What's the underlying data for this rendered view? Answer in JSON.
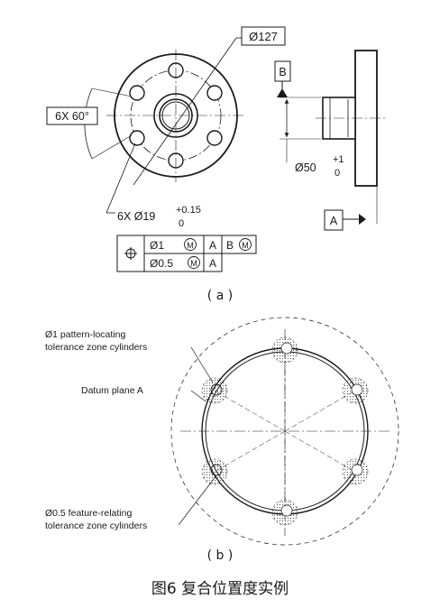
{
  "part_a": {
    "label": "( a )",
    "dims": {
      "bolt_circle": "Ø127",
      "angle": "6X 60°",
      "holes": "6X Ø19",
      "holes_tol": "+0.15",
      "holes_tol_low": "0",
      "pilot": "Ø50",
      "pilot_tol": "+1",
      "pilot_tol_low": "0"
    },
    "datums": {
      "b": "B",
      "a": "A"
    },
    "fcf": {
      "row1": {
        "tol": "Ø1",
        "mod": "M",
        "d1": "A",
        "d2": "B",
        "d2mod": "M"
      },
      "row2": {
        "tol": "Ø0.5",
        "mod": "M",
        "d1": "A"
      }
    }
  },
  "part_b": {
    "label": "( b )",
    "callouts": {
      "pattern_line1": "Ø1 pattern-locating",
      "pattern_line2": "tolerance zone cylinders",
      "datum_plane": "Datum plane A",
      "feature_line1": "Ø0.5 feature-relating",
      "feature_line2": "tolerance zone cylinders"
    }
  },
  "caption": "图6 复合位置度实例"
}
